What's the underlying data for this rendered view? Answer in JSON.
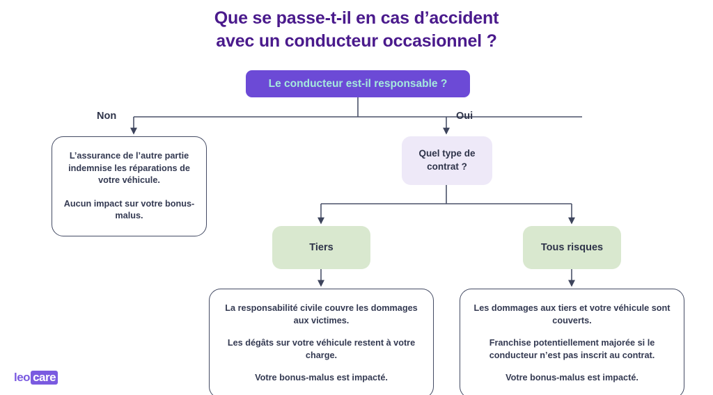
{
  "page": {
    "title_line1": "Que se passe-t-il en cas d’accident",
    "title_line2": "avec un conducteur occasionnel ?",
    "background": "#ffffff",
    "title_color": "#4a1a8c"
  },
  "flowchart": {
    "type": "decision-tree",
    "root": {
      "label": "Le conducteur est-il responsable ?",
      "bg_color": "#6c4ad6",
      "text_color": "#a5e9dd"
    },
    "branch_labels": {
      "no": "Non",
      "yes": "Oui"
    },
    "no_outcome": {
      "paragraphs": [
        "L’assurance de l’autre partie indemnise les réparations de votre véhicule.",
        "Aucun impact sur votre bonus-malus."
      ],
      "bg_color": "#ffffff",
      "border_color": "#434a63"
    },
    "contract_decision": {
      "label": "Quel type de contrat ?",
      "bg_color": "#eee9f8",
      "text_color": "#2e3349"
    },
    "contract_options": [
      {
        "label": "Tiers",
        "bg_color": "#d9e8cf",
        "outcome": [
          "La responsabilité civile couvre les dommages aux victimes.",
          "Les dégâts sur votre véhicule restent à votre charge.",
          "Votre bonus-malus est impacté."
        ]
      },
      {
        "label": "Tous risques",
        "bg_color": "#d9e8cf",
        "outcome": [
          "Les dommages aux tiers et votre véhicule sont couverts.",
          "Franchise potentiellement majorée si le conducteur n’est pas inscrit au contrat.",
          "Votre bonus-malus est impacté."
        ]
      }
    ],
    "edge_color": "#4a5169"
  },
  "logo": {
    "part1": "leo",
    "part2": "care",
    "color": "#7a5ae0"
  }
}
